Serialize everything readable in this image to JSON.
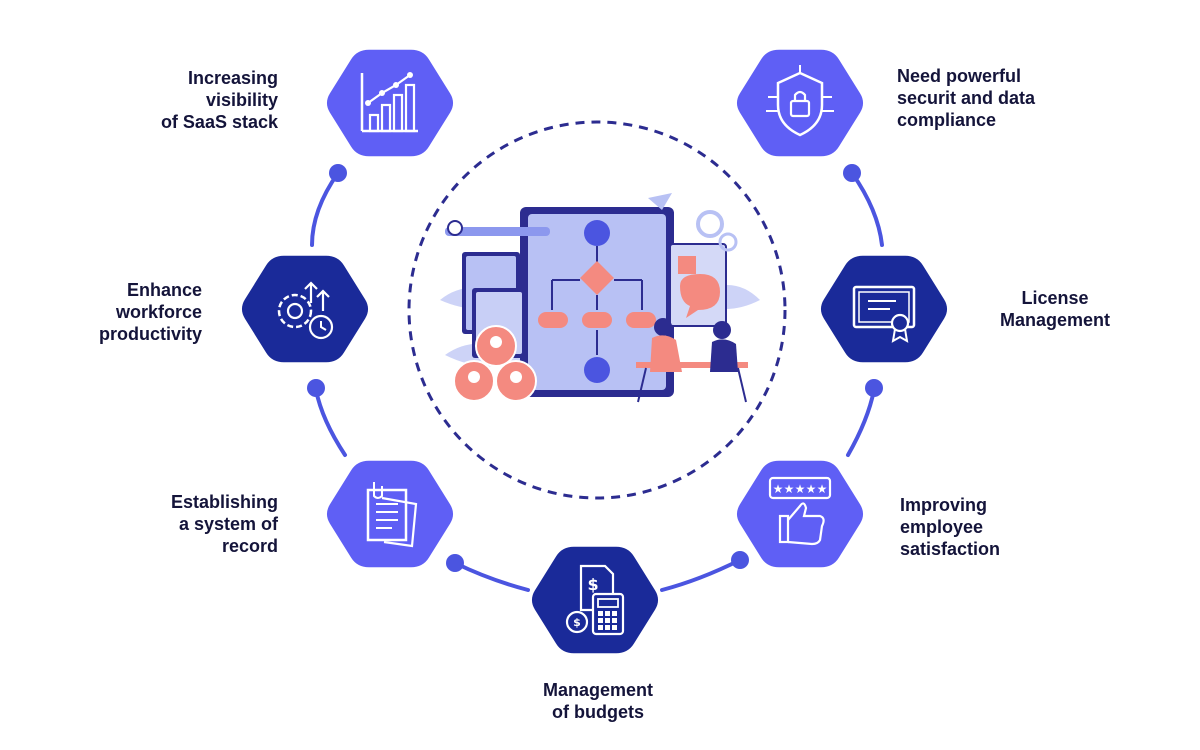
{
  "colors": {
    "light_hex": "#5f5ff5",
    "dark_hex": "#1a2a99",
    "connector": "#4b55e0",
    "dashed_circle": "#2c2c90",
    "label_text": "#14143a",
    "illustration_panel": "#b8c1f4",
    "illustration_accent": "#f48a80"
  },
  "nodes": [
    {
      "id": "saas-visibility",
      "label": "Increasing\nvisibility\nof SaaS stack",
      "icon": "bar-chart-growth-icon",
      "style": "light"
    },
    {
      "id": "security",
      "label": "Need powerful\nsecurit and data\ncompliance",
      "icon": "shield-lock-icon",
      "style": "light"
    },
    {
      "id": "productivity",
      "label": "Enhance\nworkforce\nproductivity",
      "icon": "gears-clock-icon",
      "style": "dark"
    },
    {
      "id": "license",
      "label": "License\nManagement",
      "icon": "certificate-icon",
      "style": "dark"
    },
    {
      "id": "system-record",
      "label": "Establishing\na system of\nrecord",
      "icon": "documents-icon",
      "style": "light"
    },
    {
      "id": "satisfaction",
      "label": "Improving\nemployee\nsatisfaction",
      "icon": "thumbs-up-rating-icon",
      "style": "light"
    },
    {
      "id": "budgets",
      "label": "Management\nof budgets",
      "icon": "calculator-budget-icon",
      "style": "dark"
    }
  ],
  "center": {
    "icon": "workflow-illustration-icon"
  }
}
